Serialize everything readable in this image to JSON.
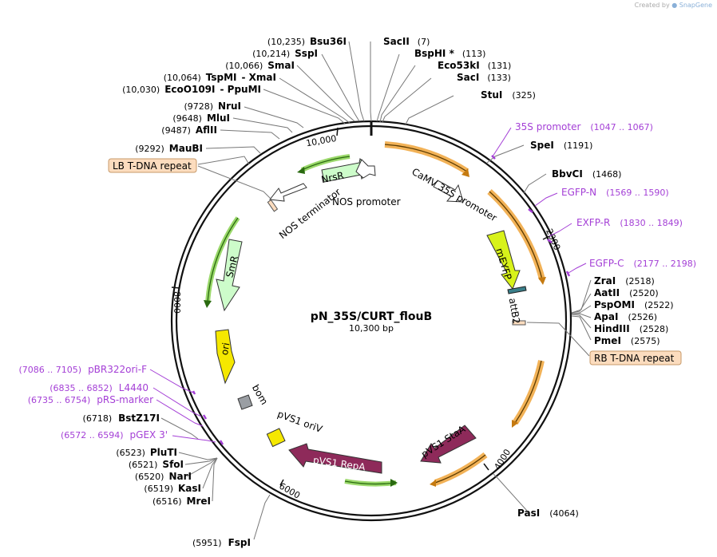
{
  "credit": {
    "prefix": "Created by",
    "brand": "SnapGene"
  },
  "plasmid": {
    "name": "pN_35S/CURT_flouB",
    "size_label": "10,300 bp"
  },
  "tick_marks": [
    "10,000",
    "2000",
    "4000",
    "6000",
    "8000"
  ],
  "enzymes": [
    {
      "name": "SacII",
      "pos": "(7)"
    },
    {
      "name": "BspHI *",
      "pos": "(113)"
    },
    {
      "name": "Eco53kI",
      "pos": "(131)"
    },
    {
      "name": "SacI",
      "pos": "(133)"
    },
    {
      "name": "StuI",
      "pos": "(325)"
    },
    {
      "name": "SpeI",
      "pos": "(1191)"
    },
    {
      "name": "BbvCI",
      "pos": "(1468)"
    },
    {
      "name": "ZraI",
      "pos": "(2518)"
    },
    {
      "name": "AatII",
      "pos": "(2520)"
    },
    {
      "name": "PspOMI",
      "pos": "(2522)"
    },
    {
      "name": "ApaI",
      "pos": "(2526)"
    },
    {
      "name": "HindIII",
      "pos": "(2528)"
    },
    {
      "name": "PmeI",
      "pos": "(2575)"
    },
    {
      "name": "PasI",
      "pos": "(4064)"
    },
    {
      "name": "FspI",
      "pos": "(5951)"
    },
    {
      "name": "MreI",
      "pos": "(6516)"
    },
    {
      "name": "KasI",
      "pos": "(6519)"
    },
    {
      "name": "NarI",
      "pos": "(6520)"
    },
    {
      "name": "SfoI",
      "pos": "(6521)"
    },
    {
      "name": "PluTI",
      "pos": "(6523)"
    },
    {
      "name": "BstZ17I",
      "pos": "(6718)"
    },
    {
      "name": "MauBI",
      "pos": "(9292)"
    },
    {
      "name": "AflII",
      "pos": "(9487)"
    },
    {
      "name": "MluI",
      "pos": "(9648)"
    },
    {
      "name": "NruI",
      "pos": "(9728)"
    },
    {
      "name": "EcoO109I",
      "pos": "(10,030)",
      "extra": "- PpuMI"
    },
    {
      "name": "TspMI",
      "pos": "(10,064)",
      "extra": "- XmaI"
    },
    {
      "name": "SmaI",
      "pos": "(10,066)"
    },
    {
      "name": "SspI",
      "pos": "(10,214)"
    },
    {
      "name": "Bsu36I",
      "pos": "(10,235)"
    }
  ],
  "primers": [
    {
      "name": "35S promoter",
      "range": "(1047 .. 1067)"
    },
    {
      "name": "EGFP-N",
      "range": "(1569 .. 1590)"
    },
    {
      "name": "EXFP-R",
      "range": "(1830 .. 1849)"
    },
    {
      "name": "EGFP-C",
      "range": "(2177 .. 2198)"
    },
    {
      "name": "pBR322ori-F",
      "range": "(7086 .. 7105)"
    },
    {
      "name": "L4440",
      "range": "(6835 .. 6852)"
    },
    {
      "name": "pRS-marker",
      "range": "(6735 .. 6754)"
    },
    {
      "name": "pGEX 3'",
      "range": "(6572 .. 6594)"
    }
  ],
  "boxed_features": [
    {
      "name": "LB T-DNA repeat"
    },
    {
      "name": "RB T-DNA repeat"
    }
  ],
  "features": {
    "nrsr": "NrsR",
    "nos_terminator": "NOS terminator",
    "nos_promoter": "NOS promoter",
    "camv": "CaMV 35S promoter",
    "meyfp": "mEYFP",
    "attb2": "attB2",
    "smr": "SmR",
    "ori": "ori",
    "bom": "bom",
    "pvs1_oriv": "pVS1 oriV",
    "pvs1_repa": "pVS1 RepA",
    "pvs1_staa": "pVS1 StaA"
  },
  "colors": {
    "primer": "#a43fd6",
    "orange_arrow": "#f0a53a",
    "green_arrow": "#3a8a1a",
    "maroon_feature": "#8e2a5a",
    "yellow_feature": "#f5e800",
    "lime_feature": "#d8f21a",
    "repeat_fill": "#fcdcbe"
  }
}
